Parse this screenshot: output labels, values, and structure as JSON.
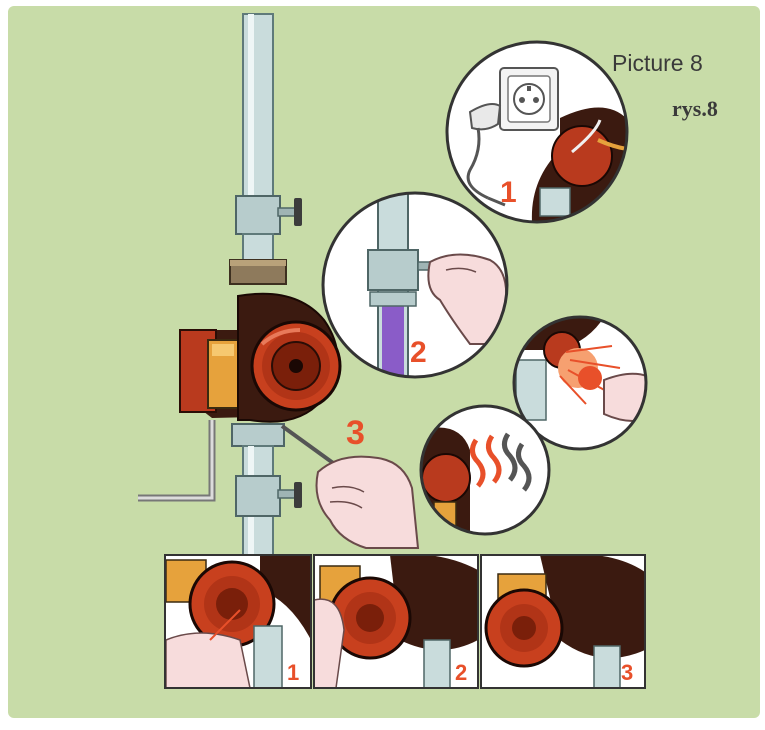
{
  "captions": {
    "picture": "Picture 8",
    "rys": "rys.8"
  },
  "step_labels": {
    "circle_outlet": "1",
    "circle_valve": "2",
    "main_screwdriver": "3",
    "panel_1": "1",
    "panel_2": "2",
    "panel_3": "3"
  },
  "colors": {
    "background": "#c8dca8",
    "pump_body": "#b93a1e",
    "pump_dark": "#4a1a10",
    "pump_yellow": "#e6a23c",
    "pipe": "#c9dcdc",
    "pipe_shadow": "#8aa8a8",
    "skin": "#f7dcdc",
    "step_number": "#e8502a",
    "circle_border": "#333333"
  },
  "icons": [
    "electric-socket-icon",
    "plug-icon",
    "valve-handle-icon",
    "screwdriver-icon",
    "hand-icon",
    "steam-icon",
    "heat-waves-icon"
  ]
}
